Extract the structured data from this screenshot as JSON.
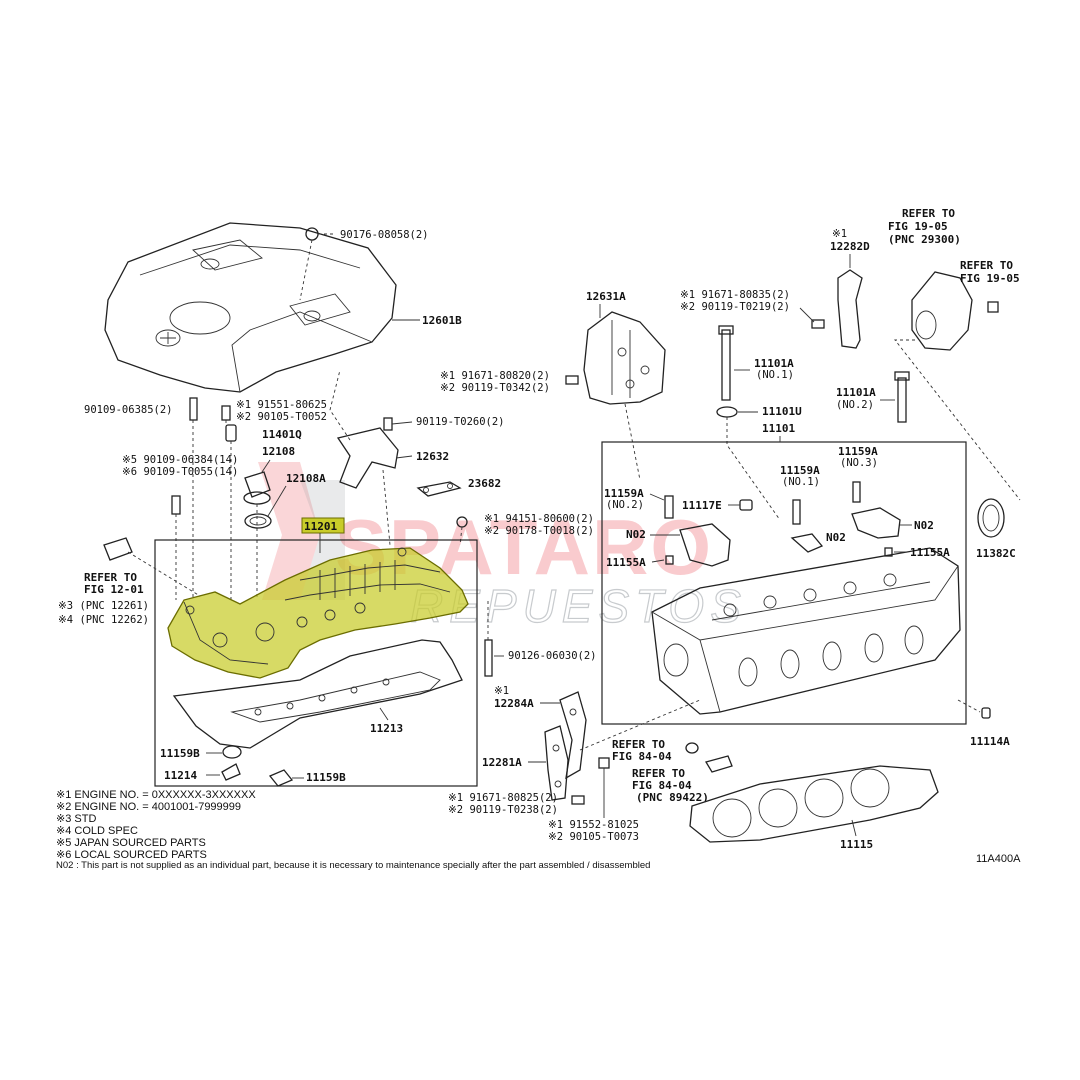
{
  "diagram_code": "11A400A",
  "watermark": {
    "brand": "SPATARO",
    "sub": "REPUESTOS",
    "color": "#e8464e"
  },
  "highlight_color": "#c8cc2a",
  "labels": {
    "p90176": "90176-08058(2)",
    "p12601B": "12601B",
    "p90109_06385": "90109-06385(2)",
    "p91551_a": "※1 91551-80625",
    "p90105_t0052": "※2 90105-T0052",
    "p11401Q": "11401Q",
    "p90119_t0260": "90119-T0260(2)",
    "p12108": "12108",
    "p12108A": "12108A",
    "p12632": "12632",
    "p590109": "※5 90109-06384(14)",
    "p690109": "※6 90109-T0055(14)",
    "p23682": "23682",
    "p11201": "11201",
    "p94151": "※1 94151-80600(2)",
    "p90178": "※2 90178-T0018(2)",
    "refer_fig12_a": "REFER TO",
    "refer_fig12_b": "FIG 12-01",
    "pnc12261": "※3 (PNC 12261)",
    "pnc12262": "※4 (PNC 12262)",
    "p90126": "90126-06030(2)",
    "p11213": "11213",
    "p11159B_a": "11159B",
    "p11214": "11214",
    "p11159B_b": "11159B",
    "p12631A": "12631A",
    "p91671_80835": "※1 91671-80835(2)",
    "p90119_t0219": "※2 90119-T0219(2)",
    "p91671_80820": "※1 91671-80820(2)",
    "p90119_t0342": "※2 90119-T0342(2)",
    "p12282D_note": "※1",
    "p12282D": "12282D",
    "refer_fig19_05_a": "REFER TO",
    "refer_fig19_05_b": "FIG 19-05",
    "pnc29300": "(PNC 29300)",
    "refer_fig19_05_c": "REFER TO",
    "refer_fig19_05_d": "FIG 19-05",
    "p11101A_1": "11101A",
    "no1": "(NO.1)",
    "p11101U": "11101U",
    "p11101": "11101",
    "p11101A_2": "11101A",
    "no2": "(NO.2)",
    "p11159A_1": "11159A",
    "p11159A_1_no": "(NO.1)",
    "p11159A_2": "11159A",
    "p11159A_2_no": "(NO.3)",
    "p11159A_3": "11159A",
    "p11159A_3_no": "(NO.2)",
    "p11117E": "11117E",
    "n02_a": "N02",
    "n02_b": "N02",
    "n02_c": "N02",
    "p11155A_a": "11155A",
    "p11155A_b": "11155A",
    "p11382C": "11382C",
    "p11114A": "11114A",
    "p12284A_note": "※1",
    "p12284A": "12284A",
    "p12281A": "12281A",
    "refer_fig84_a": "REFER TO",
    "refer_fig84_b": "FIG 84-04",
    "refer_fig84_c": "REFER TO",
    "refer_fig84_d": "FIG 84-04",
    "pnc89422": "(PNC 89422)",
    "p91671_80825": "※1 91671-80825(2)",
    "p90119_t0238": "※2 90119-T0238(2)",
    "p91552": "※1 91552-81025",
    "p90105_t0073": "※2 90105-T0073",
    "p11115": "11115"
  },
  "legend": [
    "※1  ENGINE NO. = 0XXXXXX-3XXXXXX",
    "※2  ENGINE NO. = 4001001-7999999",
    "※3  STD",
    "※4  COLD SPEC",
    "※5  JAPAN SOURCED PARTS",
    "※6  LOCAL SOURCED PARTS"
  ],
  "footnote": "N02 : This part is not supplied as an individual part, because it is necessary to maintenance specially after the part assembled / disassembled"
}
